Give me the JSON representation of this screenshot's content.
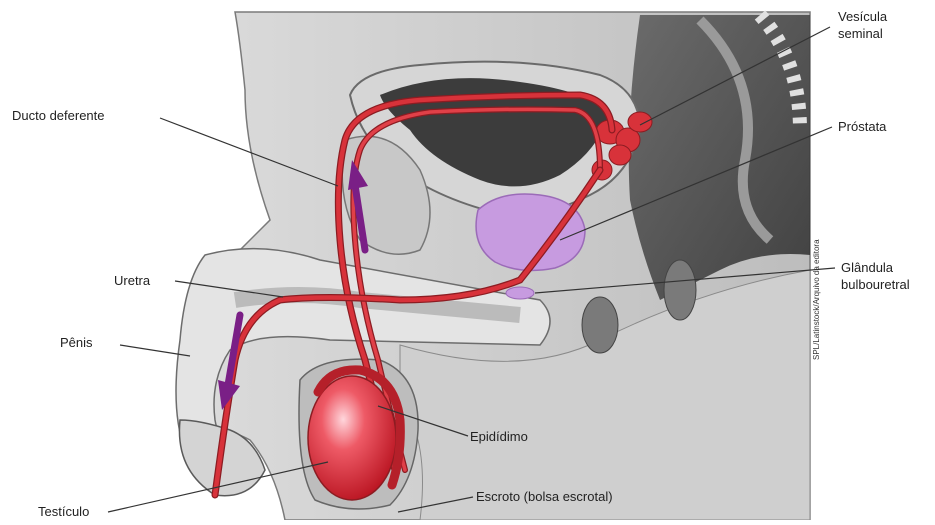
{
  "labels": {
    "vesicula_seminal": [
      "Vesícula",
      "seminal"
    ],
    "prostata": "Próstata",
    "glandula_bulbouretral": [
      "Glândula",
      "bulbouretral"
    ],
    "ducto_deferente": "Ducto deferente",
    "uretra": "Uretra",
    "penis": "Pênis",
    "epididimo": "Epidídimo",
    "testiculo": "Testículo",
    "escroto": "Escroto (bolsa escrotal)"
  },
  "credit": "SPL/Latinstock/Arquivo da editora",
  "colors": {
    "duct_red": "#d8323a",
    "testis_red": "#e0303c",
    "prostate_lilac": "#c79be0",
    "flow_arrow_purple": "#7a1f86",
    "tissue_gray": "#b9b9b9"
  },
  "icons": {
    "flow_arrow": "arrow-icon"
  }
}
